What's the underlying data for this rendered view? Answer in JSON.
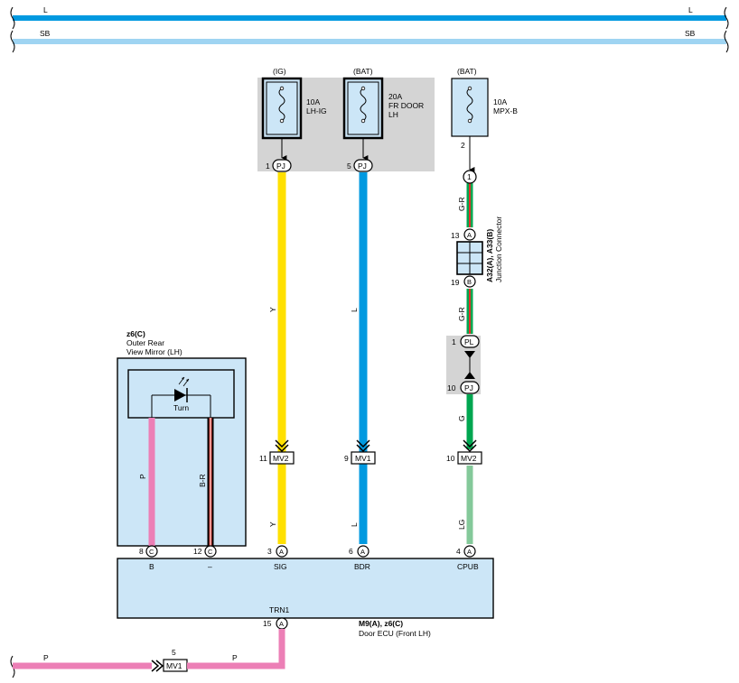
{
  "bus": {
    "top_left": "L",
    "top_right": "L",
    "second_left": "SB",
    "second_right": "SB"
  },
  "fuses": {
    "f1": {
      "source": "(IG)",
      "rating": "10A",
      "name1": "LH-IG",
      "name2": "",
      "name3": "",
      "pin": "1",
      "connector": "PJ"
    },
    "f2": {
      "source": "(BAT)",
      "rating": "20A",
      "name1": "FR DOOR",
      "name2": "LH",
      "name3": "",
      "pin": "5",
      "connector": "PJ"
    },
    "f3": {
      "source": "(BAT)",
      "rating": "10A",
      "name1": "MPX-B",
      "name2": "",
      "name3": "",
      "pin": "2",
      "connector": ""
    }
  },
  "junction": {
    "top_pin": "1",
    "title": "A32(A), A33(B)",
    "subtitle": "Junction Connector",
    "upper_pin": "13",
    "upper_letter": "A",
    "lower_pin": "19",
    "lower_letter": "B"
  },
  "inline_conn": {
    "upper_pin": "1",
    "upper_code": "PL",
    "lower_pin": "10",
    "lower_code": "PJ"
  },
  "wires": {
    "y1": "Y",
    "l1": "L",
    "gr1": "G-R",
    "gr2": "G-R",
    "g": "G",
    "y2": "Y",
    "l2": "L",
    "lg": "LG",
    "p_mirror": "P",
    "br_mirror": "B-R",
    "p_in": "P",
    "p_out": "P"
  },
  "mv_conns": {
    "c1": {
      "pin": "11",
      "code": "MV2"
    },
    "c2": {
      "pin": "9",
      "code": "MV1"
    },
    "c3": {
      "pin": "10",
      "code": "MV2"
    },
    "c4": {
      "pin": "5",
      "code": "MV1"
    }
  },
  "mirror": {
    "code": "z6(C)",
    "name1": "Outer Rear",
    "name2": "View Mirror (LH)",
    "lamp": "Turn"
  },
  "ecu": {
    "pins": [
      {
        "num": "8",
        "letter": "C",
        "label": "B"
      },
      {
        "num": "12",
        "letter": "C",
        "label": "–"
      },
      {
        "num": "3",
        "letter": "A",
        "label": "SIG"
      },
      {
        "num": "6",
        "letter": "A",
        "label": "BDR"
      },
      {
        "num": "4",
        "letter": "A",
        "label": "CPUB"
      }
    ],
    "trn_label": "TRN1",
    "trn_pin": "15",
    "trn_letter": "A",
    "code": "M9(A), z6(C)",
    "name": "Door ECU (Front LH)"
  },
  "colors": {
    "bus_l": "#0099e0",
    "bus_sb": "#9fd4f2",
    "wire_y": "#ffe000",
    "wire_l": "#0099e0",
    "wire_g": "#00a650",
    "wire_r": "#e0322a",
    "wire_lg": "#84c99a",
    "wire_p": "#ec7fb6",
    "box_fill": "#cce6f7",
    "shade": "#d4d4d4"
  }
}
